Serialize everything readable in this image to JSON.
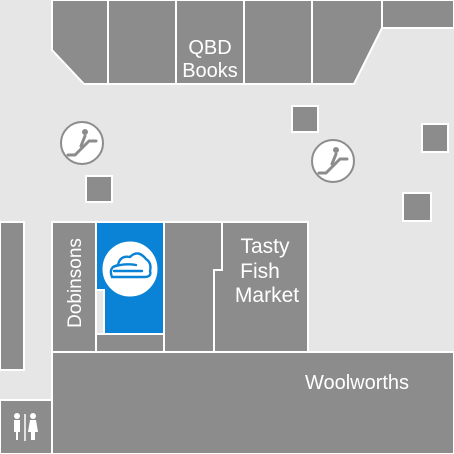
{
  "colors": {
    "floor": "#e6e6e6",
    "store": "#8c8c8c",
    "store_outline": "#ffffff",
    "highlight": "#0a83d6",
    "icon_fill": "#ffffff",
    "icon_stroke": "#8c8c8c"
  },
  "stores": {
    "qbd_books": {
      "line1": "QBD",
      "line2": "Books"
    },
    "dobinsons": {
      "label": "Dobinsons"
    },
    "tasty_fish_market": {
      "line1": "Tasty",
      "line2": "Fish",
      "line3": "Market"
    },
    "woolworths": {
      "label": "Woolworths"
    }
  },
  "icons": {
    "escalator": "escalator-icon",
    "highlighted_store_logo": "cloud-logo-icon",
    "restrooms": "restroom-icon"
  }
}
